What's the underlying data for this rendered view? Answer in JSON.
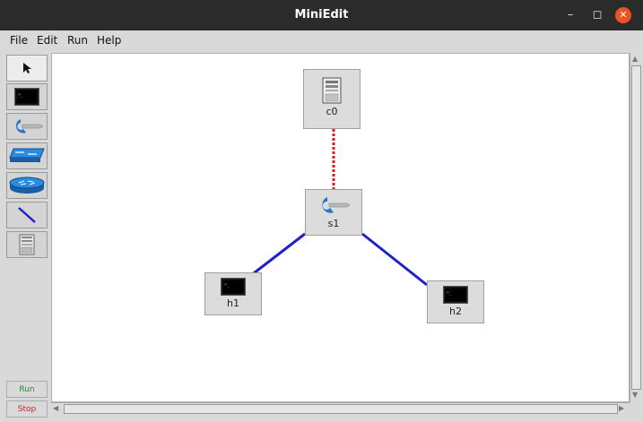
{
  "window": {
    "title": "MiniEdit"
  },
  "menu": [
    "File",
    "Edit",
    "Run",
    "Help"
  ],
  "toolbar": {
    "tools": [
      {
        "name": "select-tool",
        "icon": "arrow-cursor-icon"
      },
      {
        "name": "host-tool",
        "icon": "host-terminal-icon"
      },
      {
        "name": "switch-tool",
        "icon": "openflow-switch-icon"
      },
      {
        "name": "legacy-switch-tool",
        "icon": "legacy-switch-icon"
      },
      {
        "name": "legacy-router-tool",
        "icon": "legacy-router-icon"
      },
      {
        "name": "link-tool",
        "icon": "link-line-icon"
      },
      {
        "name": "controller-tool",
        "icon": "controller-server-icon"
      }
    ],
    "run_label": "Run",
    "stop_label": "Stop"
  },
  "nodes": {
    "c0": {
      "label": "c0",
      "icon": "controller-server-icon"
    },
    "s1": {
      "label": "s1",
      "icon": "openflow-switch-icon"
    },
    "h1": {
      "label": "h1",
      "icon": "host-terminal-icon"
    },
    "h2": {
      "label": "h2",
      "icon": "host-terminal-icon"
    }
  },
  "links": [
    {
      "from": "c0",
      "to": "s1",
      "type": "control",
      "color": "#cc2222"
    },
    {
      "from": "s1",
      "to": "h1",
      "type": "data",
      "color": "#1f1fd0"
    },
    {
      "from": "s1",
      "to": "h2",
      "type": "data",
      "color": "#1f1fd0"
    }
  ]
}
